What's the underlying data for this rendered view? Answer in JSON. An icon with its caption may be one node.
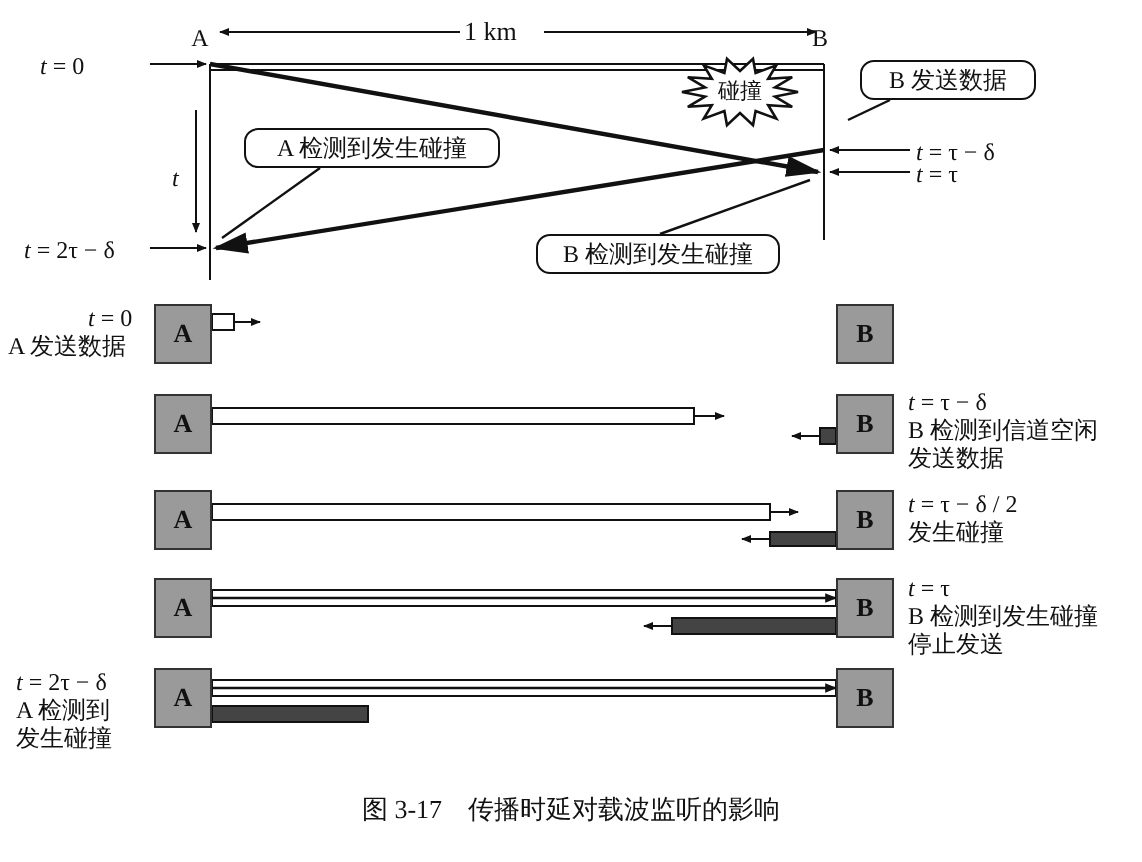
{
  "diagram": {
    "caption": "图 3-17　传播时延对载波监听的影响",
    "nodes": [
      {
        "text": [
          "碰撞"
        ]
      },
      {
        "text": [
          "B 发送数据"
        ]
      },
      {
        "text": [
          "A 检测到发生碰撞"
        ]
      },
      {
        "text": [
          "B 检测到发生碰撞"
        ]
      },
      {
        "text": [
          "A"
        ]
      },
      {
        "text": [
          "B"
        ]
      },
      {
        "text": [
          "A"
        ]
      },
      {
        "text": [
          "B"
        ]
      },
      {
        "text": [
          "A"
        ]
      },
      {
        "text": [
          "B"
        ]
      },
      {
        "text": [
          "A"
        ]
      },
      {
        "text": [
          "B"
        ]
      },
      {
        "text": [
          "A"
        ]
      },
      {
        "text": [
          "B"
        ]
      }
    ],
    "edges": [
      {
        "from": 1,
        "to": null,
        "arrow": "none"
      },
      {
        "from": 2,
        "to": null,
        "arrow": "none"
      },
      {
        "from": 3,
        "to": null,
        "arrow": "none"
      },
      {
        "from": 10,
        "to": 11,
        "arrow": "to"
      },
      {
        "from": 12,
        "to": 13,
        "arrow": "to"
      }
    ],
    "labels": [
      "A",
      "1 km",
      "B",
      "*t* = 0",
      "*t* = τ − δ",
      "*t*",
      "*t* = τ",
      "*t* = 2τ − δ",
      "*t* = 0",
      "A 发送数据",
      "*t* = τ − δ",
      "B 检测到信道空闲",
      "发送数据",
      "*t* = τ − δ / 2",
      "发生碰撞",
      "*t* = τ",
      "B 检测到发生碰撞",
      "停止发送",
      "*t* = 2τ − δ",
      "A 检测到",
      "发生碰撞"
    ]
  }
}
